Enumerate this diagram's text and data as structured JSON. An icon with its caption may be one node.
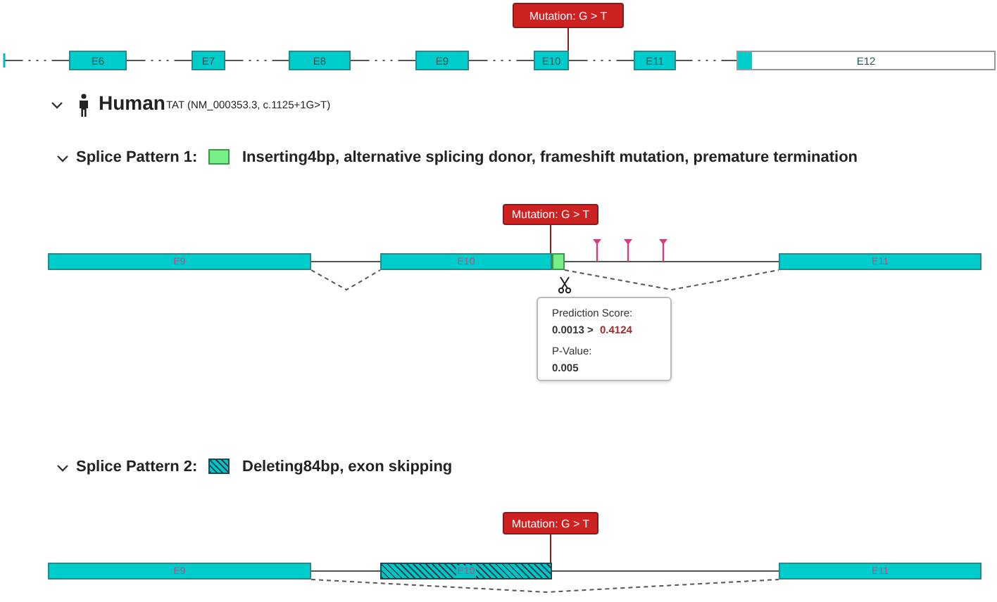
{
  "diagram": {
    "nodes": [
      {
        "text": [
          "Mutation: G > T"
        ]
      },
      {
        "text": [
          "E6"
        ]
      },
      {
        "text": [
          "E7"
        ]
      },
      {
        "text": [
          "E8"
        ]
      },
      {
        "text": [
          "E9"
        ]
      },
      {
        "text": [
          "E10"
        ]
      },
      {
        "text": [
          "E11"
        ]
      },
      {
        "text": [
          "E12"
        ]
      },
      {
        "text": [
          "Mutation: G > T"
        ]
      },
      {
        "text": [
          "E9"
        ]
      },
      {
        "text": [
          "E10"
        ]
      },
      {
        "text": [],
        "shape": "box"
      },
      {
        "text": [
          "E11"
        ]
      },
      {
        "text": [
          "Prediction Score:",
          "0.0013 >",
          "0.4124",
          "P-Value:",
          "0.005"
        ]
      },
      {
        "text": [
          "Mutation: G > T"
        ]
      },
      {
        "text": [
          "E9"
        ]
      },
      {
        "text": [
          "E10"
        ]
      },
      {
        "text": [
          "E11"
        ]
      }
    ],
    "edges": [
      {
        "from": 0,
        "to": 5,
        "arrow": "none",
        "color": "#8b1a1a"
      },
      {
        "from": null,
        "to": 1,
        "arrow": "none",
        "style": "dashed"
      },
      {
        "from": 1,
        "to": 2,
        "arrow": "none",
        "style": "dashed"
      },
      {
        "from": 2,
        "to": 3,
        "arrow": "none",
        "style": "dashed"
      },
      {
        "from": 3,
        "to": 4,
        "arrow": "none",
        "style": "dashed"
      },
      {
        "from": 4,
        "to": 5,
        "arrow": "none",
        "style": "dashed"
      },
      {
        "from": 5,
        "to": 6,
        "arrow": "none",
        "style": "dashed"
      },
      {
        "from": 6,
        "to": 7,
        "arrow": "none",
        "style": "dashed"
      },
      {
        "from": 8,
        "to": 10,
        "arrow": "none",
        "color": "#8b1a1a"
      },
      {
        "from": 9,
        "to": 10,
        "arrow": "none"
      },
      {
        "from": 11,
        "to": 12,
        "arrow": "none"
      },
      {
        "from": 9,
        "to": 10,
        "arrow": "none",
        "style": "dashed"
      },
      {
        "from": 11,
        "to": 12,
        "arrow": "none",
        "style": "dashed"
      },
      {
        "from": 14,
        "to": 16,
        "arrow": "none",
        "color": "#8b1a1a"
      },
      {
        "from": 15,
        "to": 16,
        "arrow": "none"
      },
      {
        "from": 16,
        "to": 17,
        "arrow": "none"
      },
      {
        "from": 15,
        "to": 17,
        "arrow": "none",
        "style": "dashed"
      }
    ],
    "labels": [
      "Human",
      "TAT (NM_000353.3, c.1125+1G>T)",
      "Splice Pattern 1:",
      "Splice Pattern 2:"
    ],
    "legend": [
      {
        "text": "Inserting4bp, alternative splicing donor, frameshift mutation, premature termination",
        "color": "#77ee88"
      },
      {
        "text": "Deleting84bp, exon skipping"
      }
    ]
  }
}
